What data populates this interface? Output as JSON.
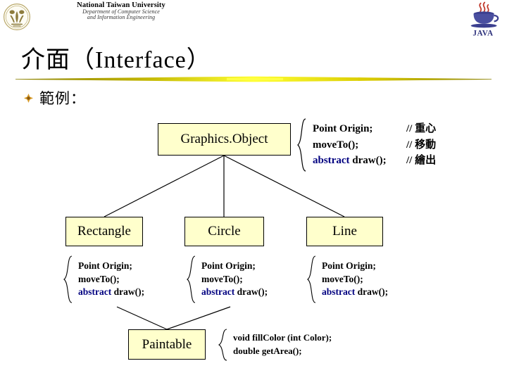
{
  "header": {
    "university": "National Taiwan University",
    "department_line1": "Department of Computer Science",
    "department_line2": "and Information Engineering",
    "left_logo": "ntu-seal-logo",
    "right_logo": "java-coffee-cup-logo",
    "right_logo_label": "JAVA"
  },
  "slide": {
    "title": "介面（Interface）",
    "rule_color": "#d4c800",
    "bullet_icon": "diamond-bullet-icon",
    "bullet_label": "範例："
  },
  "theme": {
    "box_fill": "#ffffcc",
    "box_border": "#000000",
    "keyword_color": "#000080",
    "text_color": "#000000",
    "accent_gold": "#cdbe00"
  },
  "diagram": {
    "nodes": [
      {
        "id": "graphicsobject",
        "label": "Graphics.Object"
      },
      {
        "id": "rectangle",
        "label": "Rectangle"
      },
      {
        "id": "circle",
        "label": "Circle"
      },
      {
        "id": "line",
        "label": "Line"
      },
      {
        "id": "paintable",
        "label": "Paintable"
      }
    ],
    "code_blocks": {
      "root": {
        "brace": "curly-brace-icon",
        "lines": [
          {
            "code_pre": "Point Origin;",
            "keyword": "",
            "code_post": "",
            "comment": "// 重心"
          },
          {
            "code_pre": "moveTo();",
            "keyword": "",
            "code_post": "",
            "comment": "// 移動"
          },
          {
            "code_pre": "",
            "keyword": "abstract",
            "code_post": " draw();",
            "comment": "// 繪出"
          }
        ]
      },
      "rectangle": {
        "brace": "curly-brace-icon",
        "line1": "Point Origin;",
        "line2": "moveTo();",
        "line3_keyword": "abstract",
        "line3_rest": " draw();"
      },
      "circle": {
        "brace": "curly-brace-icon",
        "line1": "Point Origin;",
        "line2": "moveTo();",
        "line3_keyword": "abstract",
        "line3_rest": " draw();"
      },
      "line": {
        "brace": "curly-brace-icon",
        "line1": "Point Origin;",
        "line2": "moveTo();",
        "line3_keyword": "abstract",
        "line3_rest": " draw();"
      },
      "paintable": {
        "brace": "curly-brace-icon",
        "line1": "void fillColor (int Color);",
        "line2": "double getArea();"
      }
    }
  }
}
